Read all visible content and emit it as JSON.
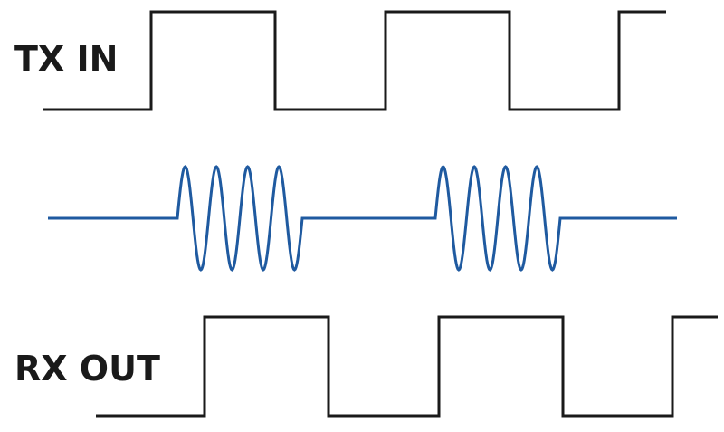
{
  "labels": {
    "tx_in": "TX IN",
    "rx_out": "RX OUT"
  },
  "colors": {
    "digital_trace": "#1a1a1a",
    "carrier_trace": "#1f5aa0",
    "label_text": "#1a1a1a",
    "background": "#ffffff"
  },
  "signals": {
    "tx_in": {
      "kind": "digital",
      "levels": [
        0,
        1,
        0,
        1,
        0,
        1
      ]
    },
    "modulated": {
      "kind": "ook-carrier",
      "bursts": 2,
      "cycles_per_burst": 4
    },
    "rx_out": {
      "kind": "digital",
      "levels": [
        0,
        1,
        0,
        1,
        0,
        1
      ]
    }
  }
}
